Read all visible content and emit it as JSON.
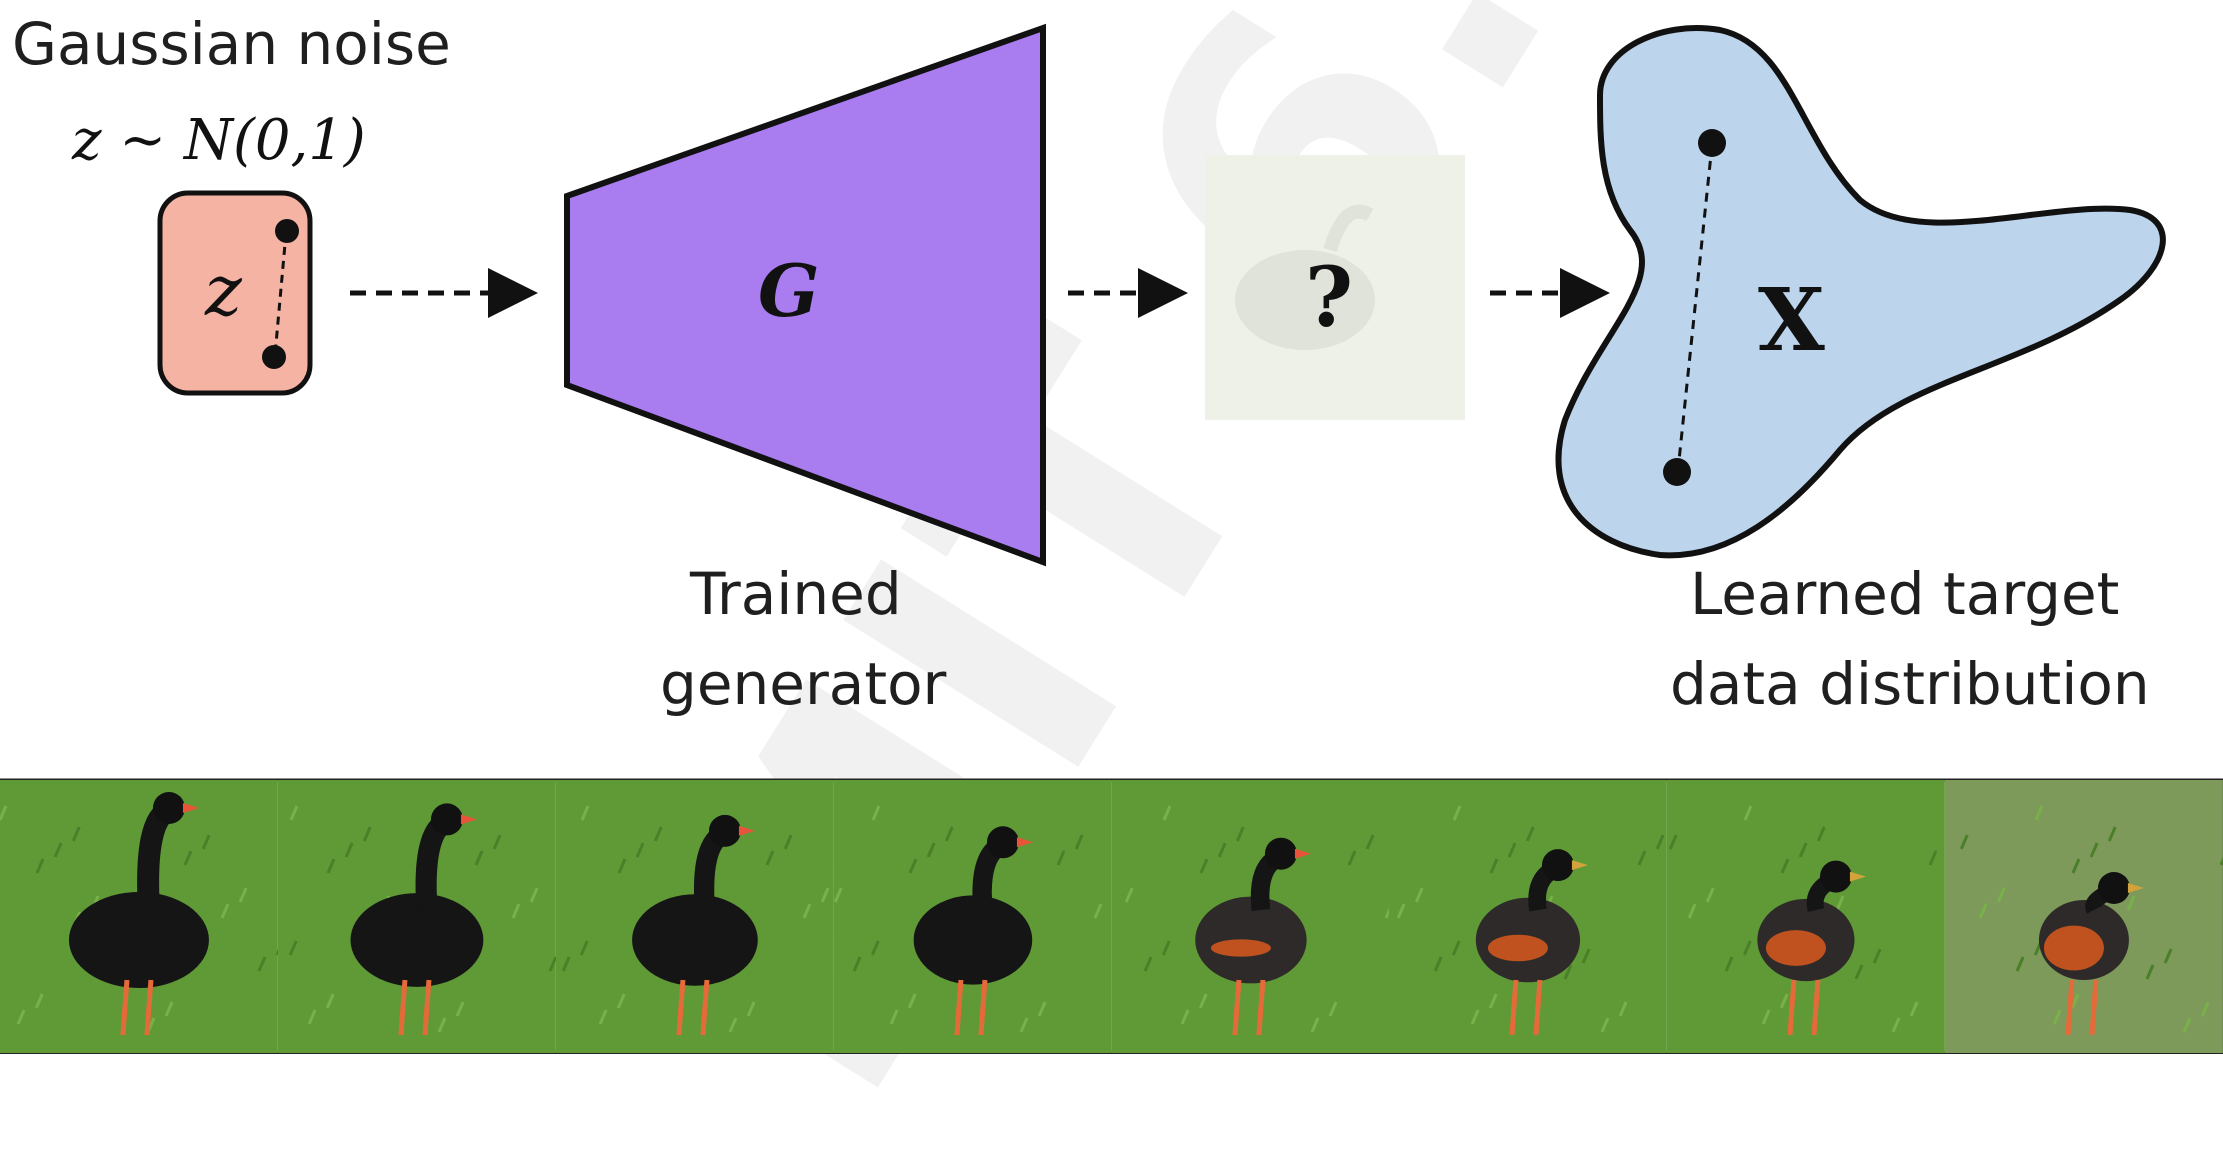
{
  "noise": {
    "title": "Gaussian noise",
    "formula": "z ~ N(0,1)",
    "symbol": "z",
    "box_color": "#f5b4a3"
  },
  "generator": {
    "symbol": "G",
    "label_line1": "Trained",
    "label_line2": "generator",
    "color": "#a97cf0"
  },
  "output": {
    "symbol": "?",
    "color": "#eef1e8"
  },
  "distribution": {
    "symbol": "X",
    "label_line1": "Learned target",
    "label_line2": "data distribution",
    "color": "#bcd4ec"
  },
  "watermark": "MIT 6.S191",
  "strip": {
    "frames": [
      {
        "bird": "black-swan-icon"
      },
      {
        "bird": "black-swan-icon"
      },
      {
        "bird": "black-swan-icon"
      },
      {
        "bird": "hybrid-bird-icon"
      },
      {
        "bird": "hybrid-bird-icon"
      },
      {
        "bird": "hybrid-bird-icon"
      },
      {
        "bird": "robin-icon"
      },
      {
        "bird": "robin-icon"
      }
    ],
    "grass_color": "#5f9a36"
  }
}
